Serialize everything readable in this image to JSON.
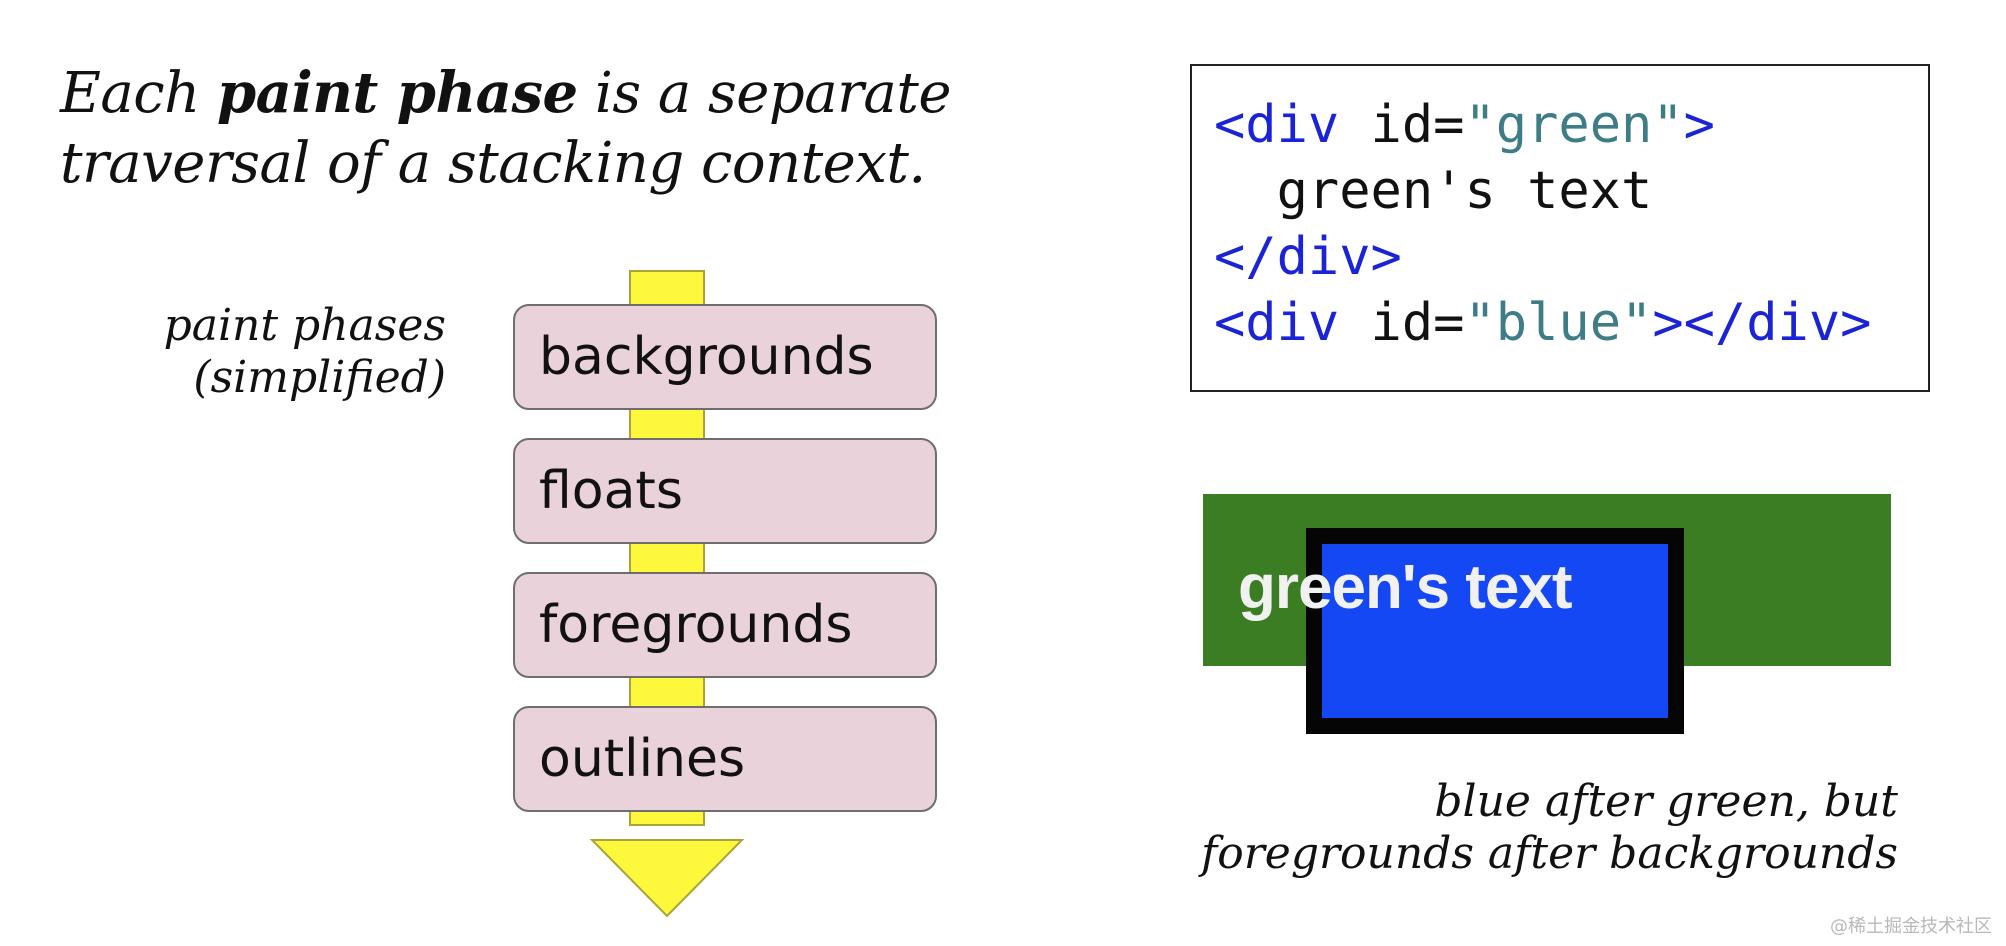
{
  "title": {
    "prefix": "Each ",
    "bold": "paint phase",
    "line1_suffix": " is a separate",
    "line2": "traversal of a stacking context."
  },
  "side_label": {
    "line1": "paint phases",
    "line2": "(simplified)"
  },
  "phases": [
    "backgrounds",
    "floats",
    "foregrounds",
    "outlines"
  ],
  "code": {
    "line1": {
      "open": "<div",
      "attr": " id=",
      "value": "\"green\"",
      "close": ">"
    },
    "line2": "  green's text",
    "line3": "</div>",
    "line4": {
      "open": "<div",
      "attr": " id=",
      "value": "\"blue\"",
      "close": "></div>"
    }
  },
  "demo": {
    "green_text": "green's text"
  },
  "caption": {
    "line1": "blue after green, but",
    "line2": "foregrounds after backgrounds"
  },
  "watermark": "@稀土掘金技术社区",
  "colors": {
    "arrow": "#fdf83b",
    "phase_box": "#ead2db",
    "code_tag": "#1a24d6",
    "code_string": "#3f7d86",
    "green": "#3a7d22",
    "blue": "#1448f5"
  }
}
